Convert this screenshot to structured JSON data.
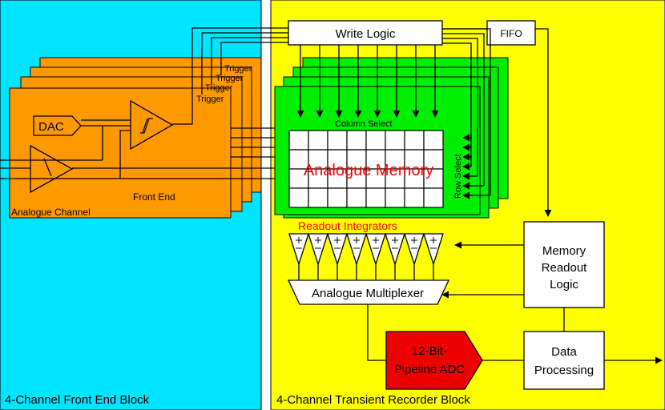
{
  "blocks": {
    "front_end_block": "4-Channel Front End Block",
    "recorder_block": "4-Channel Transient Recorder Block"
  },
  "front_end": {
    "dac": "DAC",
    "trigger_label": "Trigger",
    "stacked_trigger_labels": [
      "Trigger",
      "Trigger",
      "Trigger"
    ],
    "front_end_label": "Front End",
    "channel_label": "Analogue Channel"
  },
  "memory": {
    "column_select": "Column Select",
    "row_select": "Row Select",
    "title": "Analogue Memory",
    "grid_rows": 4,
    "grid_cols": 8
  },
  "readout": {
    "integrators_label": "Readout Integrators",
    "integrator_count": 8,
    "multiplexer": "Analogue Multiplexer",
    "adc_line1": "12-Bit-",
    "adc_line2": "Pipeline ADC"
  },
  "logic": {
    "write_logic": "Write Logic",
    "fifo": "FIFO",
    "memory_readout_line1": "Memory",
    "memory_readout_line2": "Readout",
    "memory_readout_line3": "Logic",
    "data_processing_line1": "Data",
    "data_processing_line2": "Processing"
  },
  "colors": {
    "front_end_bg": "#00e5ff",
    "recorder_bg": "#ffff00",
    "channel_orange": "#ff9900",
    "memory_green": "#00ee00",
    "adc_red": "#ee0000",
    "memory_title": "#ff0000",
    "integrators_text": "#ff0000"
  }
}
